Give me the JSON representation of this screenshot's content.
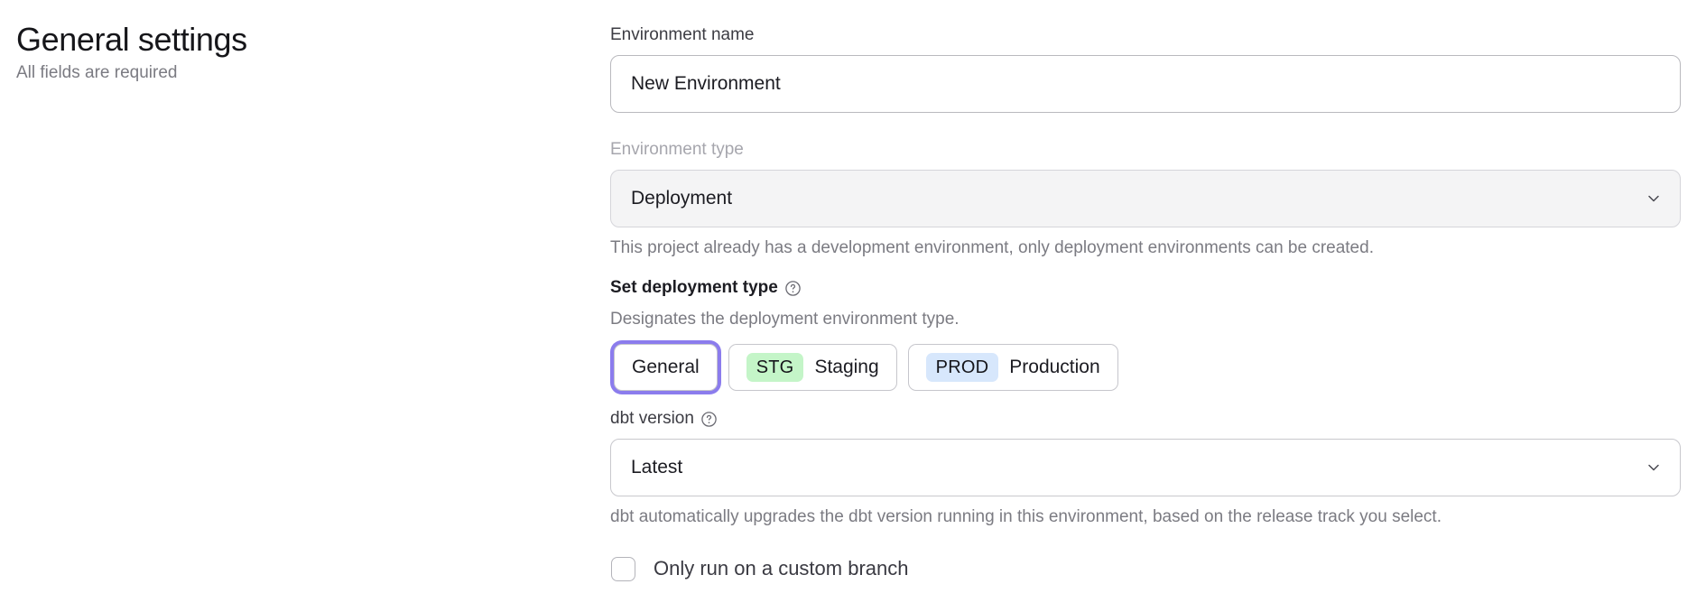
{
  "left": {
    "title": "General settings",
    "subtitle": "All fields are required"
  },
  "form": {
    "environment_name": {
      "label": "Environment name",
      "value": "New Environment",
      "placeholder": "Environment name"
    },
    "environment_type": {
      "label": "Environment type",
      "value": "Deployment",
      "chevron": "chevron-down-icon",
      "helper": "This project already has a development environment, only deployment environments can be created.",
      "disabled": true
    },
    "deployment_type": {
      "label": "Set deployment type",
      "help_icon": "question-circle-icon",
      "description": "Designates the deployment environment type.",
      "options": [
        {
          "label": "General",
          "badge": "",
          "badge_kind": "none",
          "selected": true
        },
        {
          "label": "Staging",
          "badge": "STG",
          "badge_kind": "stg",
          "selected": false
        },
        {
          "label": "Production",
          "badge": "PROD",
          "badge_kind": "prod",
          "selected": false
        }
      ]
    },
    "dbt_version": {
      "label": "dbt version",
      "help_icon": "question-circle-icon",
      "value": "Latest",
      "chevron": "chevron-down-icon",
      "helper": "dbt automatically upgrades the dbt version running in this environment, based on the release track you select."
    },
    "custom_branch": {
      "label": "Only run on a custom branch",
      "checked": false
    }
  },
  "colors": {
    "focus_ring": "#8b7ced",
    "badge_stg_bg": "#c4f5c8",
    "badge_prod_bg": "#d7e7fc",
    "muted_text": "#7b7b82",
    "disabled_bg": "#f4f4f5"
  }
}
